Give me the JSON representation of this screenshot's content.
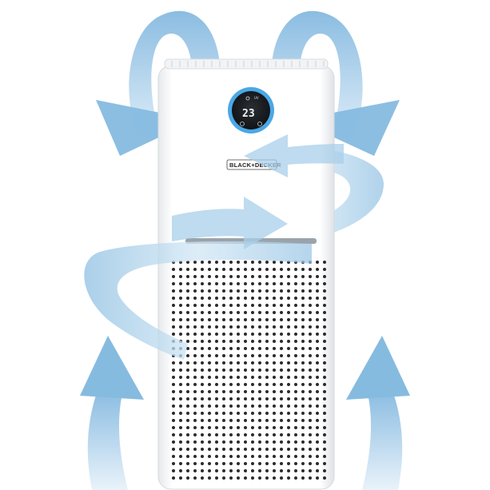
{
  "brand": {
    "logo_text": "BLACK+DECKER"
  },
  "display": {
    "temperature": "23",
    "mode_label": "UV",
    "ring_color": "#4aa8e6"
  },
  "colors": {
    "arrow_fill": "#8fc0e2",
    "arrow_fill_light": "#d6e9f6",
    "body": "#ffffff",
    "body_shadow": "#d9dde2",
    "grille_hole": "#2b2b2b"
  },
  "icons": [
    "airflow-arrow-icon",
    "display-ring-icon",
    "fan-icon",
    "timer-icon",
    "power-icon"
  ]
}
